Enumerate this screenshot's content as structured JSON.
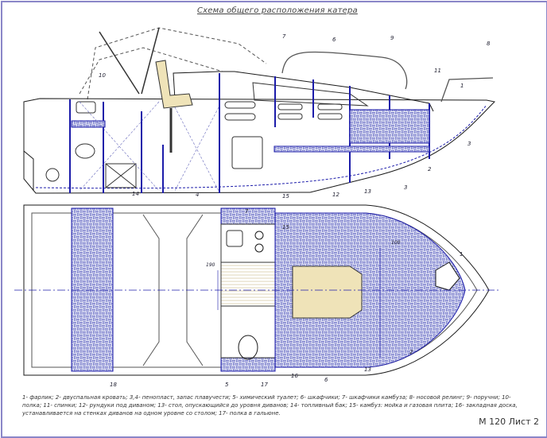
{
  "title": "Схема общего расположения катера",
  "legend": "1- фарлик; 2- двуспальная кровать; 3,4- пенопласт, запас плавучести; 5- химический туалет; 6- шкафчики; 7- шкафчики камбуза; 8- носовой релинг; 9- поручни; 10- полка; 11- спинки; 12- рундуки под диваном; 13- стол, опускающийся до уровня диванов; 14- топливный бак; 15- камбуз: мойка и газовая плита; 16- закладная доска, устанавливается на стенках диванов на одном уровне со столом; 17- полка в гальюне.",
  "stamp": "М 120 Лист 2",
  "side_labels": [
    "10",
    "7",
    "6",
    "9",
    "8",
    "11",
    "1",
    "3",
    "2",
    "3",
    "13",
    "12",
    "15",
    "4",
    "14"
  ],
  "plan_labels": [
    "7",
    "15",
    "1",
    "2",
    "13",
    "16",
    "17",
    "5",
    "18",
    "6"
  ],
  "dimensions": [
    "100",
    "190"
  ],
  "colors": {
    "line": "#1a1a1a",
    "accent": "#1c1caa",
    "seat": "#efe3b8",
    "frame": "#8a86c8"
  }
}
